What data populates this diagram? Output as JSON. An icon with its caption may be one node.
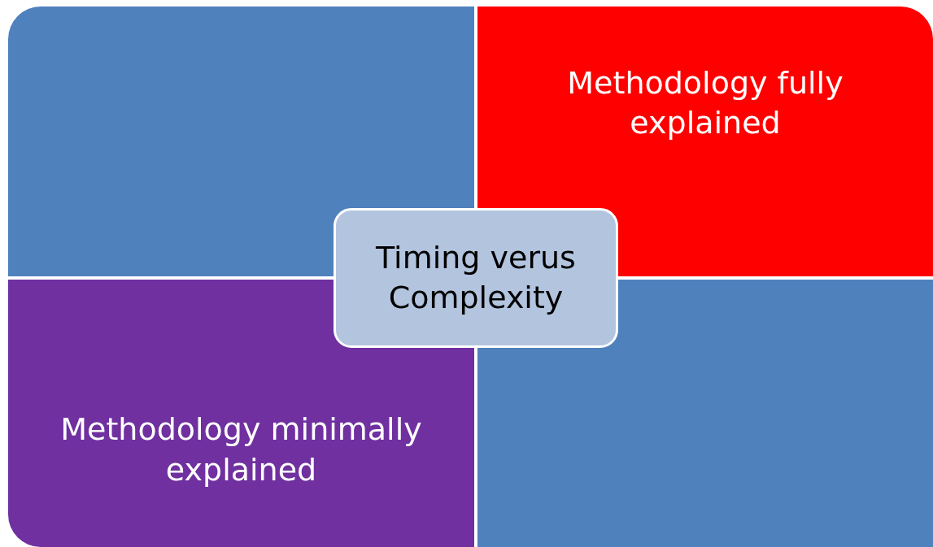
{
  "diagram": {
    "nodes": [
      {
        "text": [],
        "shape": "box"
      },
      {
        "text": [
          "Methodology fully explained"
        ]
      },
      {
        "text": [
          "Timing verus Complexity"
        ]
      },
      {
        "text": [
          "Methodology minimally explained"
        ]
      },
      {
        "text": [],
        "shape": "box"
      }
    ]
  }
}
